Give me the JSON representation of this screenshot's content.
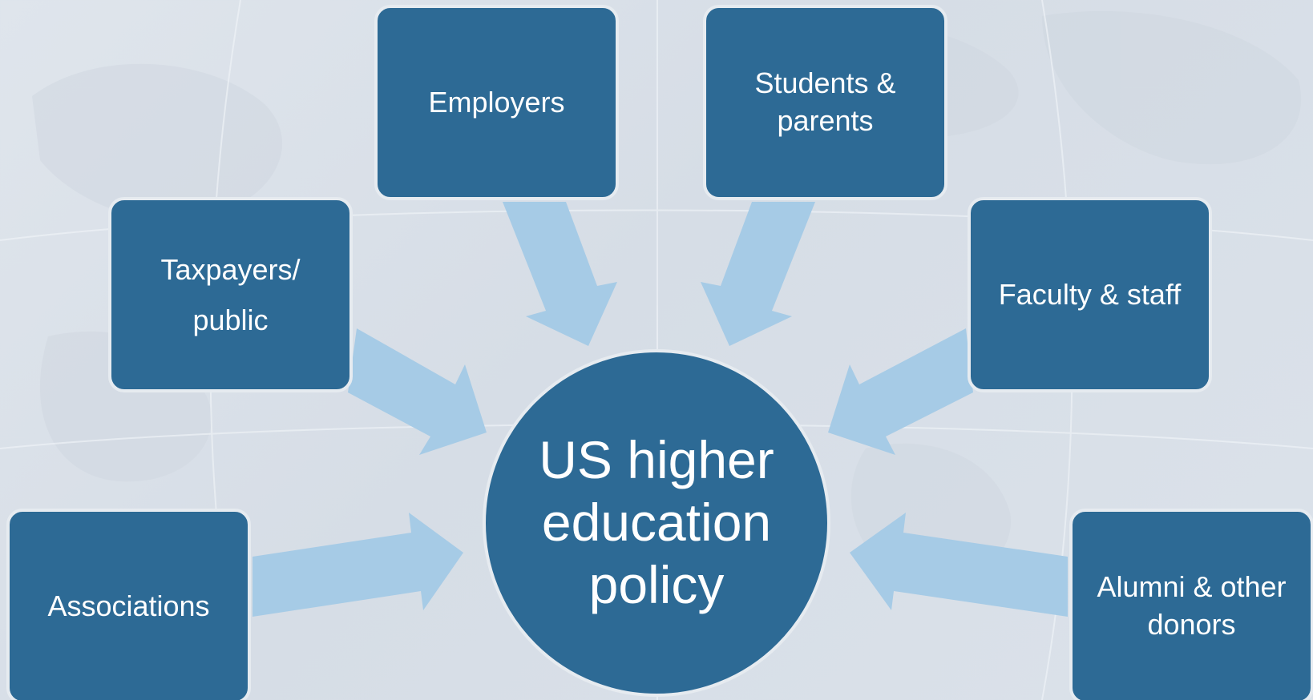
{
  "colors": {
    "node_fill": "#2d6a95",
    "node_border": "#e6ebf0",
    "arrow_fill": "#a6cbe6",
    "text": "#ffffff",
    "background": "#dbe2ea"
  },
  "center": {
    "label": "US higher education policy"
  },
  "stakeholders": {
    "employers": "Employers",
    "students": "Students & parents",
    "taxpayers": "Taxpayers/ public",
    "faculty": "Faculty & staff",
    "associations": "Associations",
    "alumni": "Alumni & other donors"
  }
}
